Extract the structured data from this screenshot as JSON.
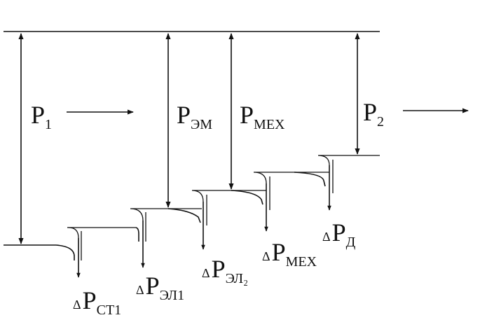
{
  "labels": {
    "p1": {
      "main": "P",
      "sub": "1"
    },
    "pem": {
      "main": "P",
      "sub": "ЭМ"
    },
    "pmex": {
      "main": "P",
      "sub": "МЕХ"
    },
    "p2": {
      "main": "P",
      "sub": "2"
    },
    "delta_symbol": "Δ",
    "loss_st": {
      "main": "P",
      "sub": "СТ1"
    },
    "loss_el1": {
      "main": "P",
      "sub": "ЭЛ1"
    },
    "loss_el2": {
      "main": "P",
      "sub": "ЭЛ₂"
    },
    "loss_mex": {
      "main": "P",
      "sub": "МЕХ"
    },
    "loss_d": {
      "main": "P",
      "sub": "Д"
    }
  },
  "colors": {
    "ink": "#111111",
    "background": "#ffffff"
  }
}
